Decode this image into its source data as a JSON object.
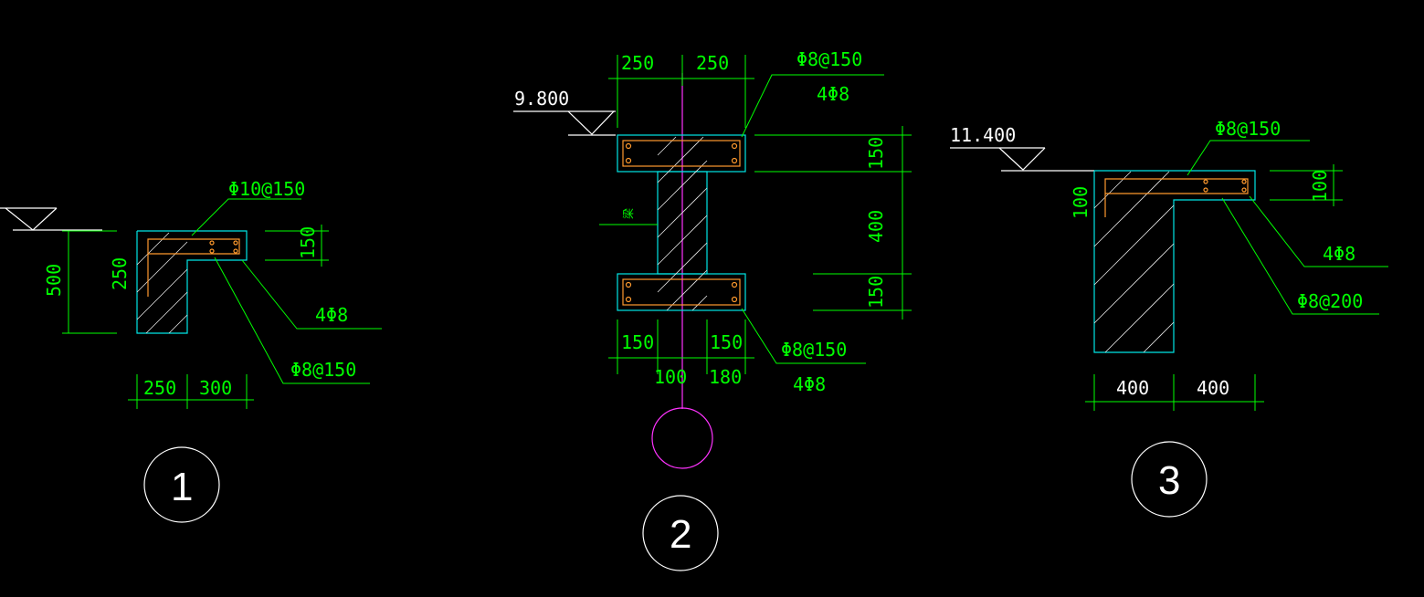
{
  "sections": [
    {
      "id": "1",
      "label": "1",
      "elevation": "",
      "dims": {
        "width_a": "250",
        "width_b": "300",
        "height_total": "500",
        "height_left": "250",
        "slab": "150"
      },
      "rebar": {
        "top": "Φ10@150",
        "long": "4Φ8",
        "stirrup": "Φ8@150"
      }
    },
    {
      "id": "2",
      "label": "2",
      "elevation": "9.800",
      "dims": {
        "top_a": "250",
        "top_b": "250",
        "h1": "150",
        "h2": "400",
        "h3": "150",
        "bot_a": "150",
        "bot_b": "150",
        "bot_c": "100",
        "bot_d": "180"
      },
      "rebar": {
        "top_stirrup": "Φ8@150",
        "top_long": "4Φ8",
        "bot_stirrup": "Φ8@150",
        "bot_long": "4Φ8"
      },
      "side_note": "梁"
    },
    {
      "id": "3",
      "label": "3",
      "elevation": "11.400",
      "dims": {
        "width_a": "400",
        "width_b": "400",
        "height_left": "100",
        "slab": "100"
      },
      "rebar": {
        "top": "Φ8@150",
        "long": "4Φ8",
        "stirrup": "Φ8@200"
      }
    }
  ],
  "colors": {
    "background": "#000000",
    "dimension": "#00ff00",
    "outline": "#00e6e6",
    "rebar": "#ff9a2e",
    "label": "#ffffff",
    "axis": "#ff33ff"
  }
}
